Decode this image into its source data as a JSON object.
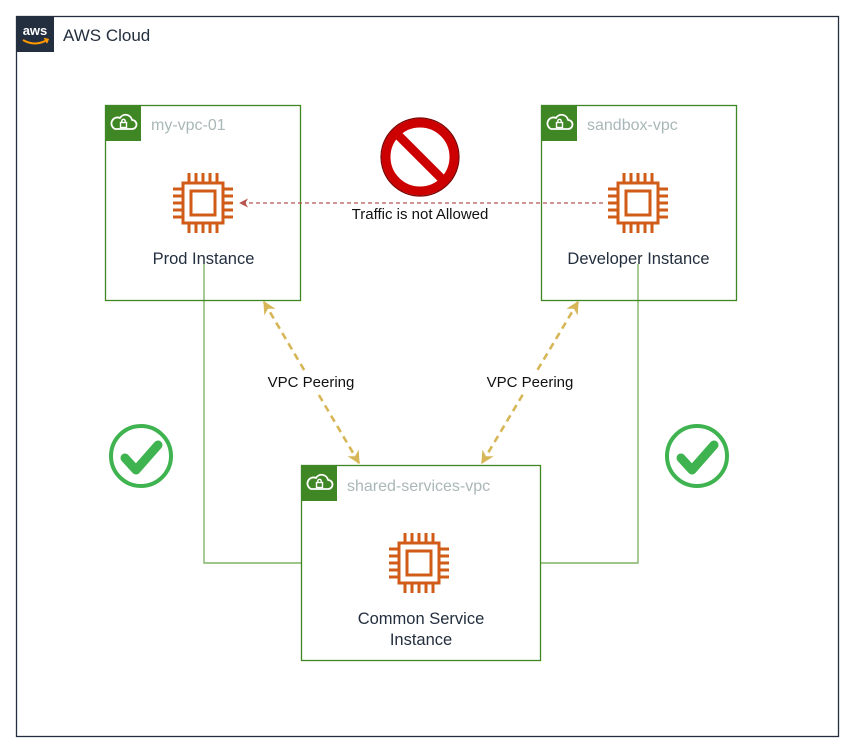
{
  "cloud": {
    "title": "AWS Cloud",
    "logo_text": "aws",
    "logo_icon": "aws-logo-icon",
    "border_color": "#232f3e"
  },
  "vpcs": {
    "prod": {
      "title": "my-vpc-01",
      "icon": "vpc-cloud-lock-icon",
      "instance_label": "Prod Instance"
    },
    "sandbox": {
      "title": "sandbox-vpc",
      "icon": "vpc-cloud-lock-icon",
      "instance_label": "Developer Instance"
    },
    "shared": {
      "title": "shared-services-vpc",
      "icon": "vpc-cloud-lock-icon",
      "instance_label_line1": "Common Service",
      "instance_label_line2": "Instance"
    }
  },
  "edges": {
    "blocked": {
      "label": "Traffic is not Allowed",
      "icon": "prohibited-icon"
    },
    "peering_left": {
      "label": "VPC Peering"
    },
    "peering_right": {
      "label": "VPC Peering"
    },
    "allowed_left_icon": "check-circle-icon",
    "allowed_right_icon": "check-circle-icon"
  },
  "colors": {
    "vpc_green": "#3f8624",
    "vpc_title_gray": "#aab7b8",
    "ec2_orange": "#d05c17",
    "blocked_red": "#b85450",
    "prohibited_red": "#cc0000",
    "peering_gold": "#d6b656",
    "allowed_green": "#82b366",
    "check_green": "#3fb34f"
  }
}
